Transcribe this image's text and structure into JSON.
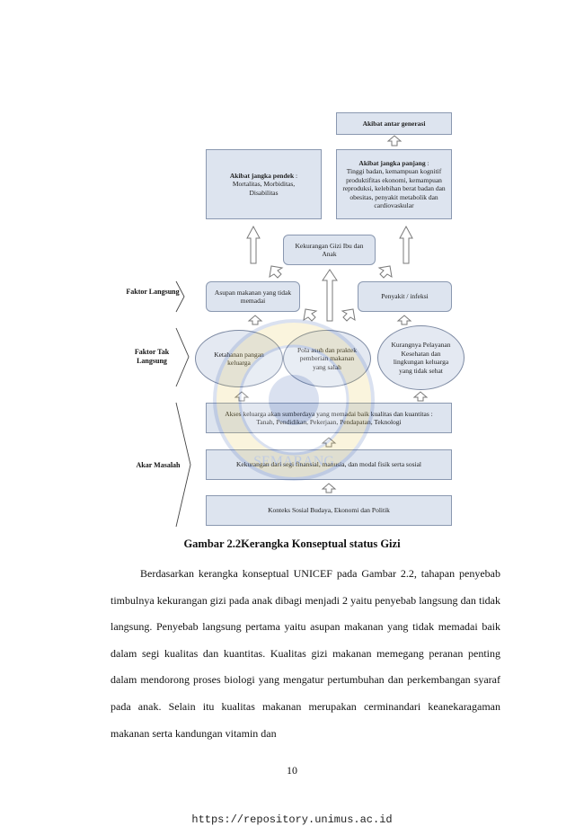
{
  "diagram": {
    "intergen": "Akibat antar generasi",
    "long_term_title": "Akibat jangka panjang",
    "long_term_body": "Tinggi badan, kemampuan kognitif produktifitas ekonomi, kemampuan reproduksi, kelebihan berat badan dan obesitas, penyakit metabolik dan cardiovaskular",
    "short_term_title": "Akibat jangka pendek",
    "short_term_body": "Mortalitas, Morbiditas, Disabilitas",
    "malnutrition": "Kekurangan Gizi Ibu dan Anak",
    "intake": "Asupan makanan yang tidak memadai",
    "disease": "Penyakit / infeksi",
    "food_security": "Ketahanan pangan keluarga",
    "feeding_practice": "Pola asuh dan praktek pemberian makanan yang salah",
    "health_services": "Kurangnya Pelayanan Kesehatan dan lingkungan keluarga yang tidak sehat",
    "resource_access": "Akses keluarga akan sumberdaya yang memadai baik kualitas dan kuantitas : Tanah, Pendidikan, Pekerjaan, Pendapatan, Teknologi",
    "resource_lack": "Kekurangan dari segi finansial, manusia, dan modal fisik serta sosial",
    "context": "Konteks Sosial Budaya, Ekonomi dan Politik",
    "label_direct": "Faktor Langsung",
    "label_indirect": "Faktor Tak Langsung",
    "label_root": "Akar Masalah"
  },
  "watermark_text": "SEMARANG",
  "caption": "Gambar 2.2Kerangka Konseptual status Gizi",
  "paragraph": "Berdasarkan kerangka konseptual UNICEF pada Gambar 2.2, tahapan penyebab timbulnya kekurangan gizi pada anak dibagi menjadi 2 yaitu penyebab langsung dan tidak langsung. Penyebab langsung pertama yaitu asupan makanan yang tidak memadai baik dalam segi kualitas dan kuantitas. Kualitas gizi makanan memegang peranan penting dalam mendorong proses biologi yang mengatur pertumbuhan dan perkembangan syaraf pada anak. Selain itu kualitas makanan merupakan cerminandari keanekaragaman makanan serta kandungan vitamin dan",
  "page_number": "10",
  "footer_url": "https://repository.unimus.ac.id"
}
